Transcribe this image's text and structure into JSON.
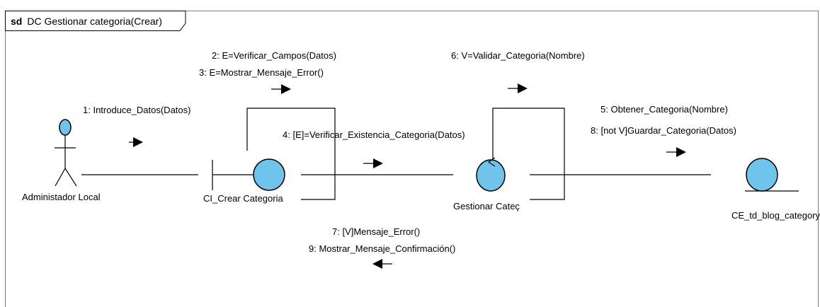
{
  "frame": {
    "keyword": "sd",
    "title": "DC Gestionar categoria(Crear)"
  },
  "elements": {
    "actor": {
      "name": "Administador Local",
      "kind": "actor"
    },
    "boundary": {
      "name": "CI_Crear Categoria",
      "kind": "boundary"
    },
    "control": {
      "name": "Gestionar Cateç",
      "kind": "control"
    },
    "entity": {
      "name": "CE_td_blog_category",
      "kind": "entity"
    }
  },
  "messages": {
    "m1": "1: Introduce_Datos(Datos)",
    "m2": "2: E=Verificar_Campos(Datos)",
    "m3": "3: E=Mostrar_Mensaje_Error()",
    "m4": "4: [E]=Verificar_Existencia_Categoria(Datos)",
    "m5": "5: Obtener_Categoria(Nombre)",
    "m6": "6: V=Validar_Categoria(Nombre)",
    "m7": "7: [V]Mensaje_Error()",
    "m8": "8: [not V]Guardar_Categoria(Datos)",
    "m9": "9: Mostrar_Mensaje_Confirmación()"
  },
  "colors": {
    "object_fill": "#6fc4ec",
    "line": "#000000",
    "background": "#ffffff"
  }
}
